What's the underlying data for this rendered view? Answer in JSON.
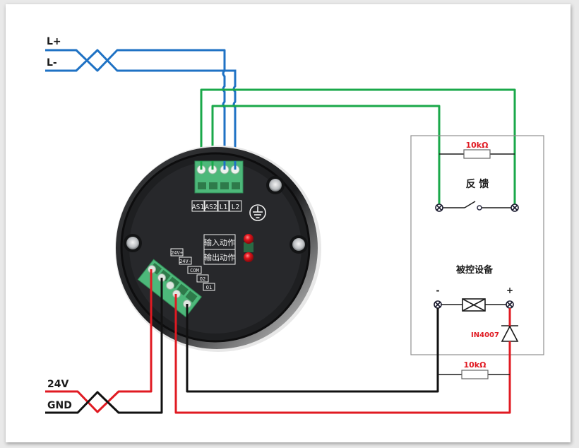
{
  "colors": {
    "blue_wire": "#1f72c4",
    "green_wire": "#1aa84a",
    "red_wire": "#e01a22",
    "black_wire": "#111111",
    "device_body": "#1e1f21",
    "terminal_green": "#4db87a",
    "led_red": "#d8141b",
    "resistor_label": "#e01a22",
    "box_border": "#8f8f8f"
  },
  "signal_input": {
    "l_plus_label": "L+",
    "l_minus_label": "L-"
  },
  "power_input": {
    "v24_label": "24V",
    "gnd_label": "GND"
  },
  "device": {
    "top_terminals": [
      "AS1",
      "AS2",
      "L1",
      "L2"
    ],
    "ground_symbol": "ground-icon",
    "indicator_labels": [
      "输入动作",
      "输出动作"
    ],
    "bottom_terminals": [
      "24V+",
      "24V-",
      "COM",
      "O2",
      "O1"
    ]
  },
  "feedback_box": {
    "title": "反 馈",
    "resistor_label": "10kΩ",
    "switch": "normally-open-switch"
  },
  "controlled_device": {
    "title": "被控设备",
    "minus_label": "-",
    "plus_label": "+",
    "diode_label": "IN4007",
    "load": "load-box-icon"
  },
  "external_resistor": {
    "label": "10kΩ"
  }
}
